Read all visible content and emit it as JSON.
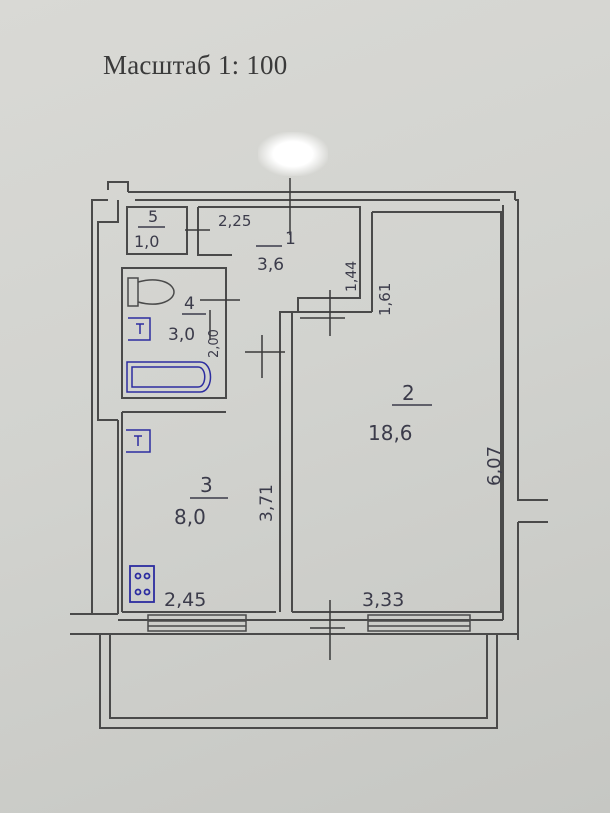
{
  "scale_label": "Масштаб 1: 100",
  "colors": {
    "wall": "#4a4a4a",
    "ink": "#3b3b4a",
    "fixture": "#2c2ca0"
  },
  "rooms": [
    {
      "num": "1",
      "area": "3,6"
    },
    {
      "num": "2",
      "area": "18,6"
    },
    {
      "num": "3",
      "area": "8,0"
    },
    {
      "num": "4",
      "area": "3,0"
    },
    {
      "num": "5",
      "area": "1,0"
    }
  ],
  "dimensions": [
    {
      "text": "2,25"
    },
    {
      "text": "1,44"
    },
    {
      "text": "1,61"
    },
    {
      "text": "6,07"
    },
    {
      "text": "3,71"
    },
    {
      "text": "2,45"
    },
    {
      "text": "3,33"
    },
    {
      "text": "2,00"
    }
  ]
}
